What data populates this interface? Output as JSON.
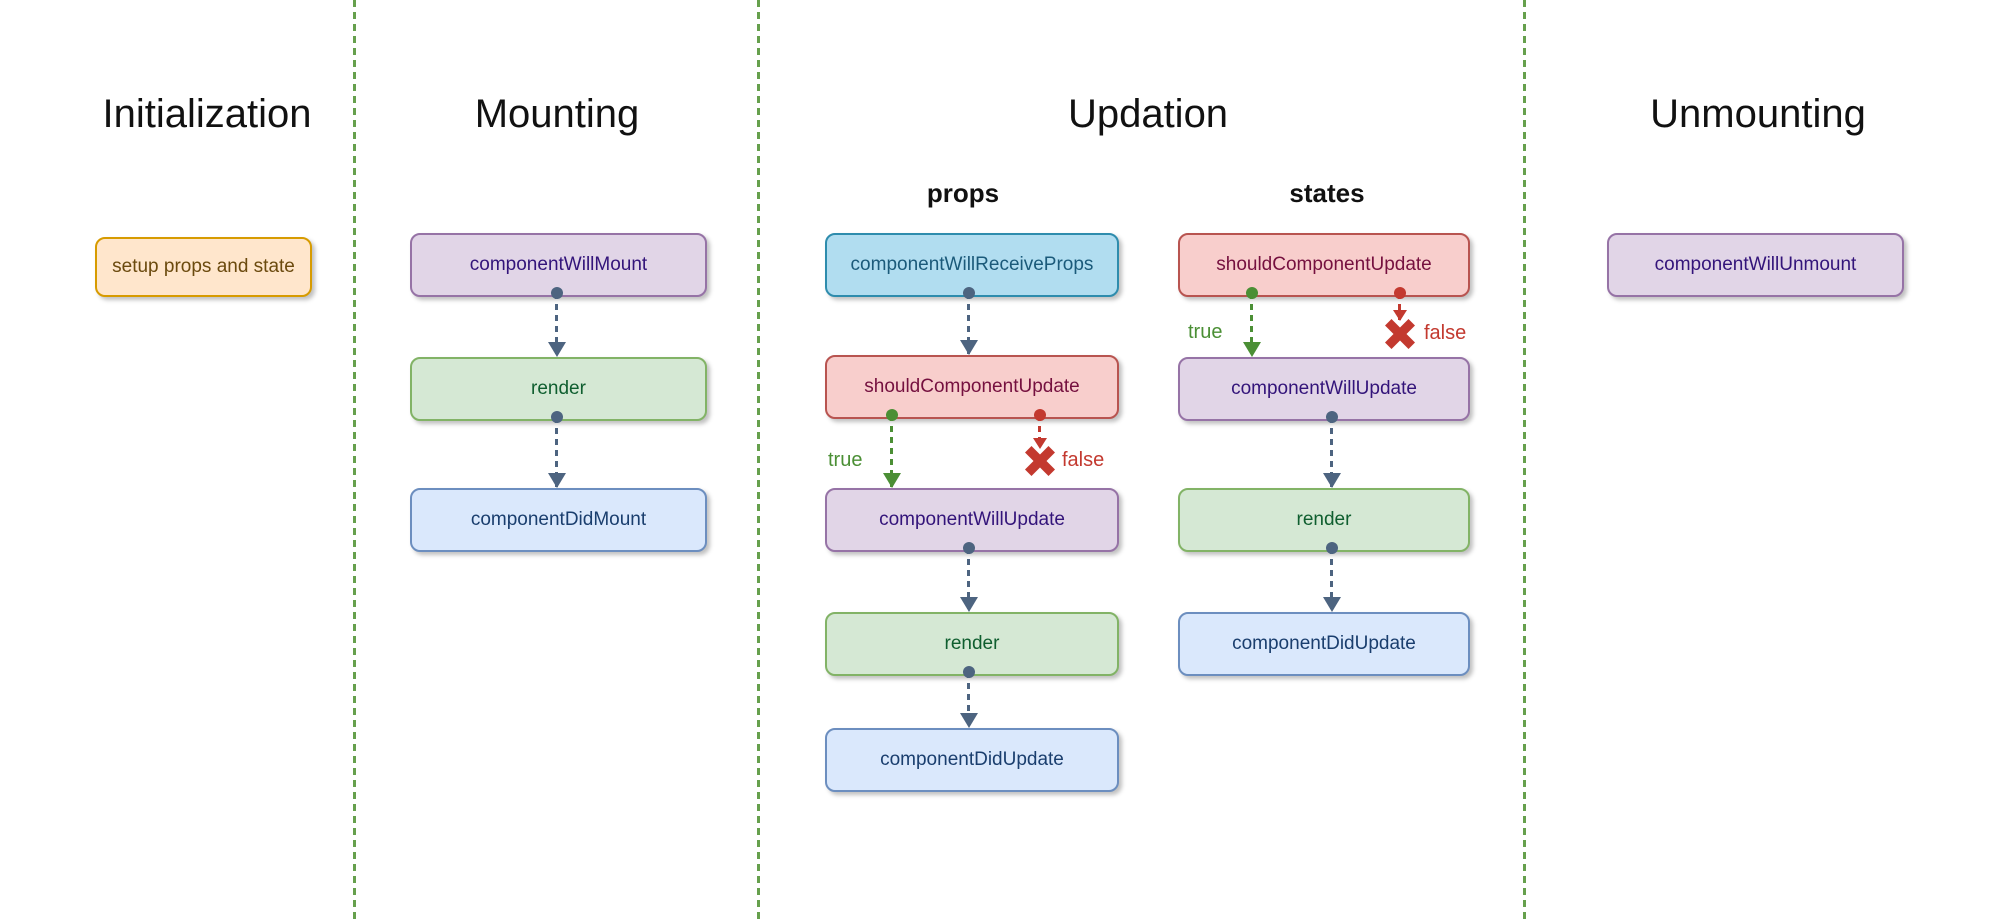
{
  "diagram": {
    "sections": {
      "initialization": {
        "title": "Initialization"
      },
      "mounting": {
        "title": "Mounting"
      },
      "updation": {
        "title": "Updation",
        "columns": {
          "props": {
            "title": "props"
          },
          "states": {
            "title": "states"
          }
        }
      },
      "unmounting": {
        "title": "Unmounting"
      }
    },
    "nodes": {
      "init_setup": {
        "label": "setup props and state"
      },
      "mount_will": {
        "label": "componentWillMount"
      },
      "mount_render": {
        "label": "render"
      },
      "mount_did": {
        "label": "componentDidMount"
      },
      "props_receive": {
        "label": "componentWillReceiveProps"
      },
      "props_should": {
        "label": "shouldComponentUpdate"
      },
      "props_will": {
        "label": "componentWillUpdate"
      },
      "props_render": {
        "label": "render"
      },
      "props_did": {
        "label": "componentDidUpdate"
      },
      "states_should": {
        "label": "shouldComponentUpdate"
      },
      "states_will": {
        "label": "componentWillUpdate"
      },
      "states_render": {
        "label": "render"
      },
      "states_did": {
        "label": "componentDidUpdate"
      },
      "unmount_will": {
        "label": "componentWillUnmount"
      }
    },
    "branches": {
      "true_label": "true",
      "false_label": "false"
    },
    "colors": {
      "divider": "#66a04d",
      "flow_arrow": "#4d6480",
      "true_arrow": "#4b8f35",
      "false_arrow": "#c3392f",
      "orange_fill": "#ffe6cc",
      "orange_stroke": "#d79b00",
      "orange_text": "#6b4a0e",
      "purple_fill": "#e1d5e7",
      "purple_stroke": "#9673a6",
      "purple_text": "#33147a",
      "green_fill": "#d5e8d4",
      "green_stroke": "#82b366",
      "green_text": "#0f5e2f",
      "blue_fill": "#dae8fc",
      "blue_stroke": "#6c8ebf",
      "blue_text": "#1a3e6e",
      "cyan_fill": "#b1ddf0",
      "cyan_stroke": "#2e8cad",
      "cyan_text": "#1b5a7a",
      "red_fill": "#f8cecc",
      "red_stroke": "#b85450",
      "red_text": "#75103f"
    }
  }
}
